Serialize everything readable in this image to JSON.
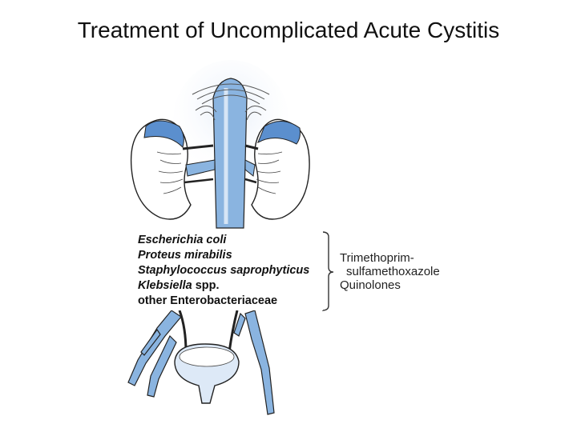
{
  "title": "Treatment of Uncomplicated Acute Cystitis",
  "organisms": [
    {
      "genus": "Escherichia coli",
      "suffix": ""
    },
    {
      "genus": "Proteus mirabilis",
      "suffix": ""
    },
    {
      "genus": "Staphylococcus saprophyticus",
      "suffix": ""
    },
    {
      "genus": "Klebsiella",
      "suffix": " spp."
    },
    {
      "genus": "",
      "suffix": "other Enterobacteriaceae"
    }
  ],
  "treatments": {
    "line1": "Trimethoprim-",
    "line2": "sulfamethoxazole",
    "line3": "Quinolones"
  },
  "colors": {
    "vessel": "#8ab4e0",
    "vessel_outline": "#222222",
    "kidney_fill": "#ffffff",
    "kidney_pole": "#5b8fce",
    "halo": "#dfe9f6"
  }
}
